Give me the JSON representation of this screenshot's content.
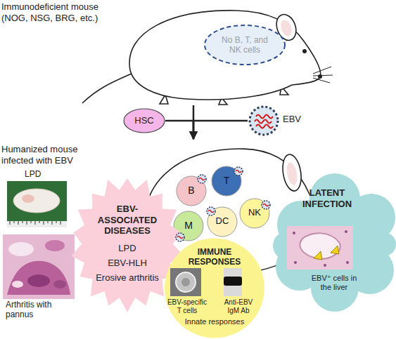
{
  "diagram": {
    "nodes": [
      {
        "text": [
          "Immunodeficient mouse (NOG, NSG, BRG, etc.)"
        ]
      },
      {
        "text": [
          "No B, T, and NK cells"
        ],
        "in": 0
      },
      {
        "text": [
          "HSC"
        ]
      },
      {
        "text": [
          "EBV"
        ]
      },
      {
        "text": [
          "Humanized mouse infected with EBV"
        ]
      },
      {
        "text": [
          "B"
        ],
        "in": 4
      },
      {
        "text": [
          "T"
        ],
        "in": 4
      },
      {
        "text": [
          "M"
        ],
        "in": 4
      },
      {
        "text": [
          "DC"
        ],
        "in": 4
      },
      {
        "text": [
          "NK"
        ],
        "in": 4
      },
      {
        "text": [
          "EBV-ASSOCIATED DISEASES",
          "LPD",
          "EBV-HLH",
          "Erosive arthritis"
        ]
      },
      {
        "text": [
          "IMMUNE RESPONSES",
          "EBV-specific T cells",
          "Anti-EBV IgM Ab",
          "Innate responses"
        ]
      },
      {
        "text": [
          "LATENT INFECTION",
          "EBV⁺ cells in the liver"
        ]
      }
    ],
    "edges": [
      {
        "from": 0,
        "to": 4,
        "arrow": "to"
      },
      {
        "from": 2,
        "to": 4,
        "arrow": "to"
      },
      {
        "from": 3,
        "to": 4,
        "arrow": "to"
      }
    ],
    "labels": [
      "LPD",
      "Arthritis with pannus"
    ]
  }
}
